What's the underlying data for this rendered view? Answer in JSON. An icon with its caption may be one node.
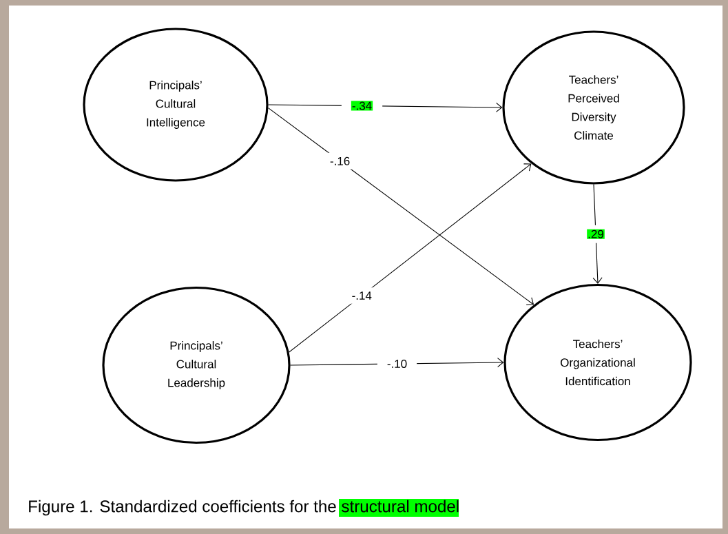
{
  "diagram": {
    "caption": "Figure 1.  Standardized coefficients for the structural model",
    "nodes": [
      {
        "text": [
          "Principals’ Cultural Intelligence"
        ]
      },
      {
        "text": [
          "Teachers’ Perceived Diversity Climate"
        ]
      },
      {
        "text": [
          "Principals’ Cultural Leadership"
        ]
      },
      {
        "text": [
          "Teachers’ Organizational Identification"
        ]
      }
    ],
    "edges": [
      {
        "from": 0,
        "to": 1,
        "arrow": "to",
        "label": "-.34"
      },
      {
        "from": 0,
        "to": 3,
        "arrow": "to",
        "label": "-.16"
      },
      {
        "from": 2,
        "to": 1,
        "arrow": "to",
        "label": "-.14"
      },
      {
        "from": 1,
        "to": 3,
        "arrow": "to",
        "label": ".29"
      },
      {
        "from": 2,
        "to": 3,
        "arrow": "to",
        "label": "-.10"
      }
    ]
  }
}
